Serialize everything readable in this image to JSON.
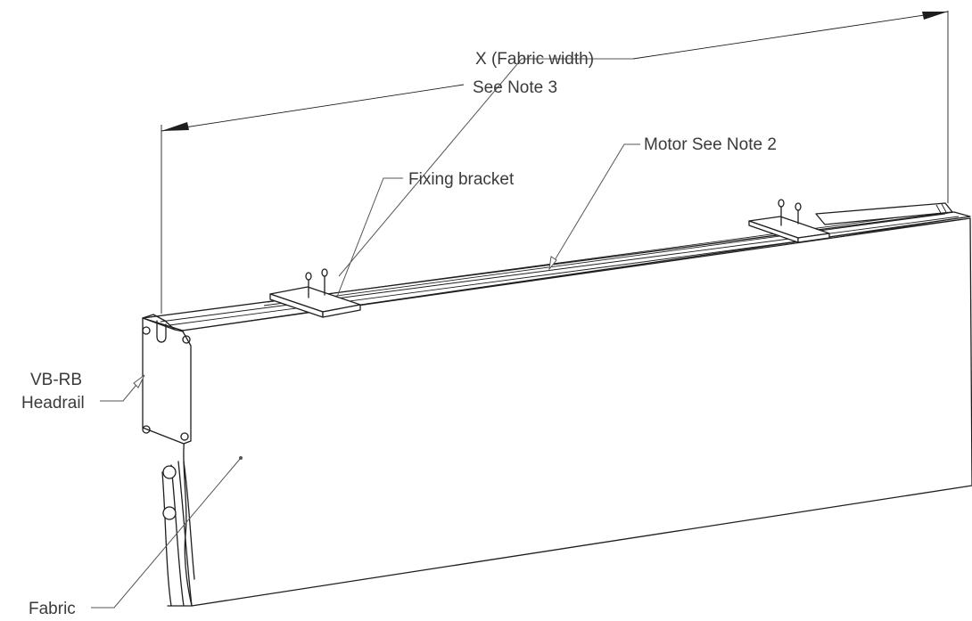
{
  "labels": {
    "fabric_width_line1": "X (Fabric width)",
    "fabric_width_line2": "See Note 3",
    "motor": "Motor See Note 2",
    "fixing_bracket": "Fixing bracket",
    "headrail_line1": "VB-RB",
    "headrail_line2": "Headrail",
    "fabric": "Fabric"
  }
}
